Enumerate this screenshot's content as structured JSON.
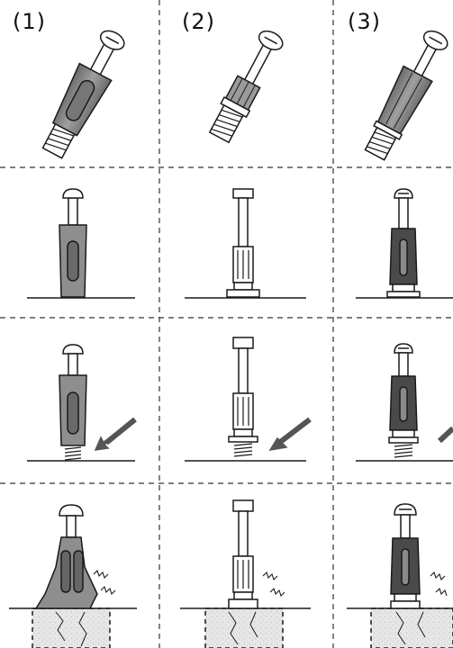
{
  "columns": [
    {
      "label": "(1)"
    },
    {
      "label": "(2)"
    },
    {
      "label": "(3)"
    }
  ],
  "colors": {
    "line": "#1a1a1a",
    "divider": "#333333",
    "sleeve_light": "#8f8f8f",
    "sleeve_dark": "#5e5e5e",
    "metal": "#ffffff",
    "concrete": "#e6e6e6",
    "arrow": "#555555"
  },
  "icons": [
    "screw-anchor-icon",
    "arrow-icon",
    "vibration-icon",
    "crack-icon"
  ]
}
